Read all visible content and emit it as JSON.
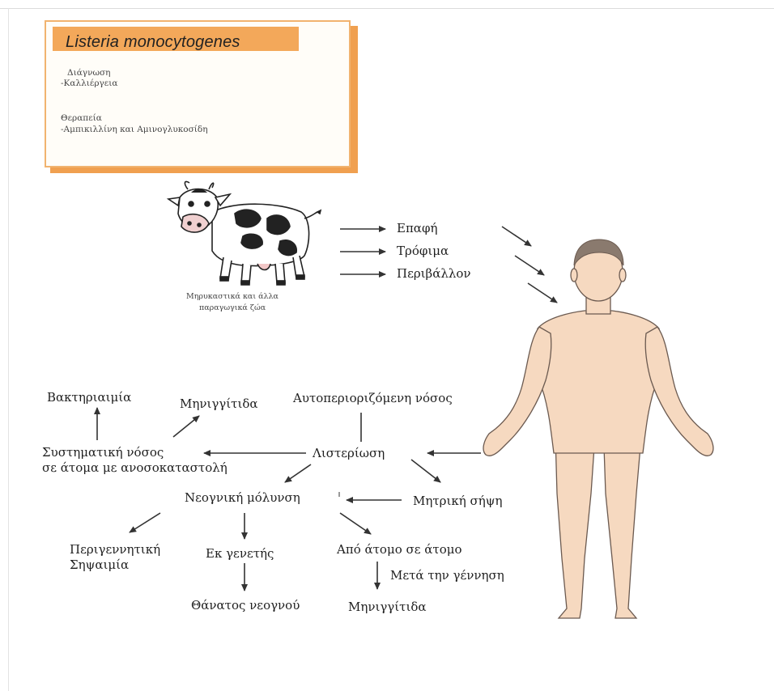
{
  "card": {
    "title": "Listeria monocytogenes",
    "diagnosis_heading": "Διάγνωση",
    "diagnosis_item": "-Καλλιέργεια",
    "therapy_heading": "Θεραπεία",
    "therapy_item": "-Αμπικιλλίνη και Αμινογλυκοσίδη"
  },
  "sources": {
    "animal_caption_line1": "Μηρυκαστικά και άλλα",
    "animal_caption_line2": "παραγωγικά ζώα",
    "routes": [
      "Επαφή",
      "Τρόφιμα",
      "Περιβάλλον"
    ]
  },
  "nodes": {
    "bacteremia": "Βακτηριαιμία",
    "meningitis_top": "Μηνιγγίτιδα",
    "self_limited": "Αυτοπεριοριζόμενη νόσος",
    "systemic_line1": "Συστηματική νόσος",
    "systemic_line2": "σε άτομα με ανοσοκαταστολή",
    "listeriosis": "Λιστερίωση",
    "neonatal": "Νεογνική μόλυνση",
    "maternal_sepsis": "Μητρική σήψη",
    "perinatal_line1": "Περιγεννητική",
    "perinatal_line2": "Σηψαιμία",
    "congenital": "Εκ γενετής",
    "person_to_person": "Από άτομο σε άτομο",
    "after_birth": "Μετά την γέννηση",
    "neonatal_death": "Θάνατος νεογνού",
    "meningitis_bottom": "Μηνιγγίτιδα"
  },
  "colors": {
    "card_accent": "#f3a85a",
    "skin": "#f6d9c0",
    "hair": "#8a7a6e",
    "arrow": "#333333"
  }
}
